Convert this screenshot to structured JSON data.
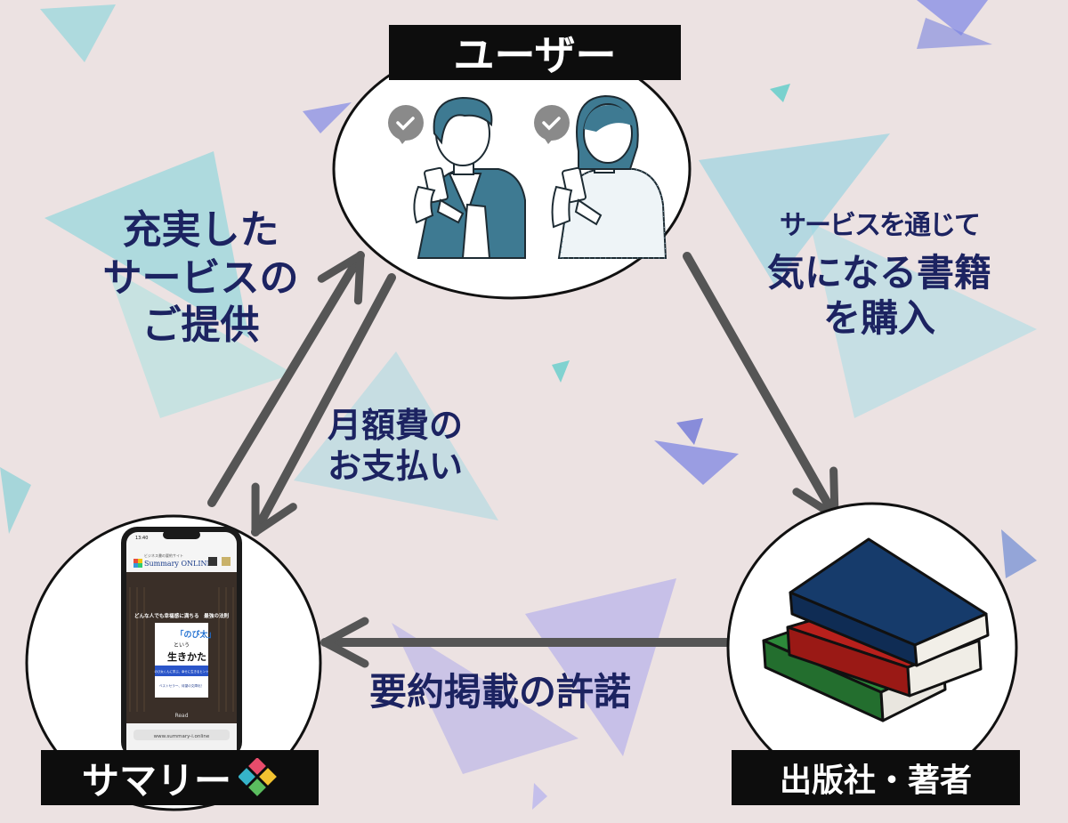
{
  "nodes": {
    "user": {
      "label": "ユーザー"
    },
    "summary": {
      "label": "サマリー"
    },
    "publisher": {
      "label": "出版社・著者"
    }
  },
  "edges": {
    "summary_to_user": {
      "lines": [
        "充実した",
        "サービスの",
        "ご提供"
      ]
    },
    "user_to_publisher": {
      "lines": [
        "サービスを通じて",
        "気になる書籍",
        "を購入"
      ]
    },
    "user_to_summary": {
      "lines": [
        "月額費の",
        "お支払い"
      ]
    },
    "publisher_to_summary": {
      "lines": [
        "要約掲載の許諾"
      ]
    }
  },
  "phone": {
    "status_time": "13:40",
    "brand": "Summary ONLINE",
    "brand_subtitle": "ビジネス書の要約サイト",
    "book_headline": "どんな人でも幸福感に満ちる　最強の法則",
    "book_title_1": "「のび太」",
    "book_title_2": "という",
    "book_title_3": "生きかた",
    "book_info_1": "のび太くんに学ぶ、幸せに生きるヒント",
    "book_info_2": "ベストセラー、待望の文庫化！",
    "read_label": "Read",
    "address_bar": "www.summary-i.online"
  },
  "colors": {
    "background": "#ece2e2",
    "arrow": "#555555",
    "caption": "#1c2361",
    "label_bg": "#0d0d0d",
    "person_blue": "#3e7a92",
    "book_blue": "#163b6b",
    "book_red": "#b8201c",
    "book_green": "#2d8a3a"
  },
  "icons": [
    "check-bubble-icon",
    "puzzle-logo-icon",
    "phone-icon",
    "books-icon"
  ]
}
